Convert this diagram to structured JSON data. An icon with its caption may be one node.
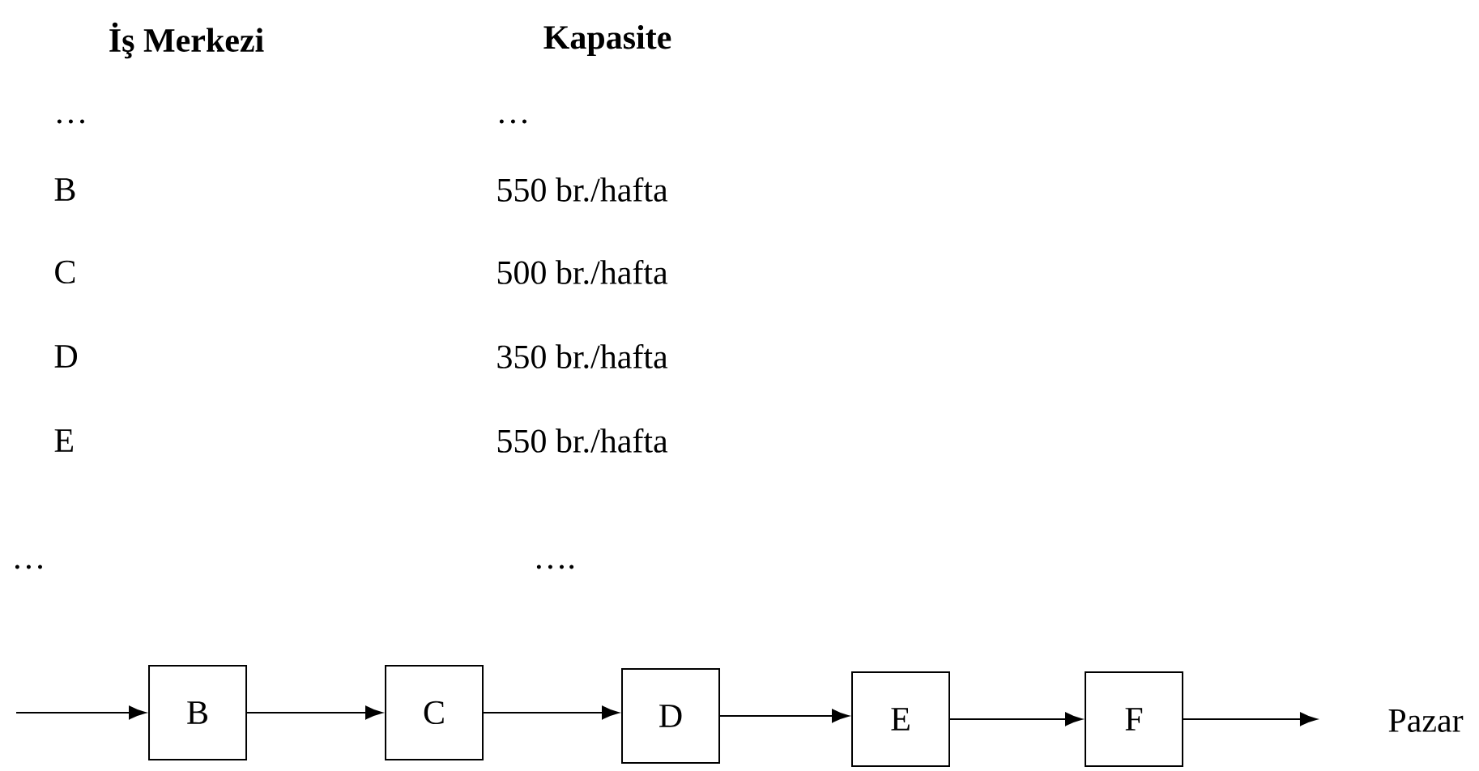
{
  "diagram": {
    "nodes": [
      {
        "text": [
          "B"
        ]
      },
      {
        "text": [
          "C"
        ]
      },
      {
        "text": [
          "D"
        ]
      },
      {
        "text": [
          "E"
        ]
      },
      {
        "text": [
          "F"
        ]
      },
      {
        "text": [
          "Pazar"
        ]
      }
    ],
    "edges": [
      {
        "from": null,
        "to": 0,
        "arrow": "to"
      },
      {
        "from": 0,
        "to": 1,
        "arrow": "to"
      },
      {
        "from": 1,
        "to": 2,
        "arrow": "to"
      },
      {
        "from": 2,
        "to": 3,
        "arrow": "to"
      },
      {
        "from": 3,
        "to": 4,
        "arrow": "to"
      },
      {
        "from": 4,
        "to": 5,
        "arrow": "to"
      }
    ],
    "labels": [
      "İş Merkezi",
      "Kapasite",
      "…",
      "…",
      "B",
      "550 br./hafta",
      "C",
      "500 br./hafta",
      "D",
      "350 br./hafta",
      "E",
      "550 br./hafta",
      "…",
      "…."
    ]
  }
}
